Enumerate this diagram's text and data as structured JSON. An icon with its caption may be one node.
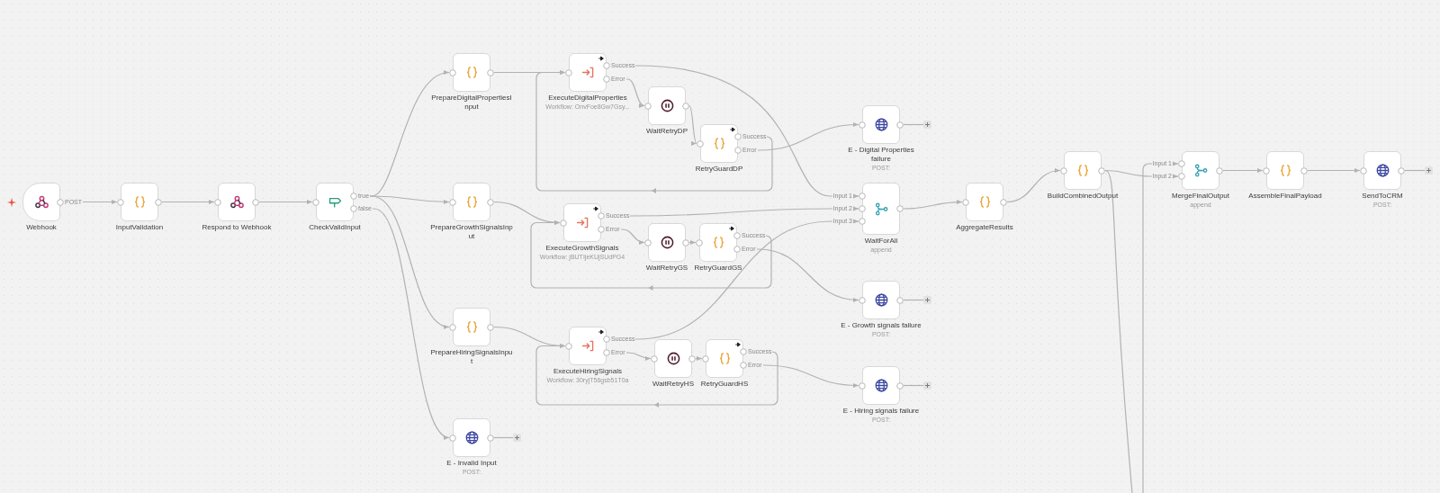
{
  "diagram": {
    "nodes": [
      {
        "text": [
          "Webhook"
        ],
        "beside": [
          "POST"
        ]
      },
      {
        "text": [
          "InputValidation"
        ]
      },
      {
        "text": [
          "Respond to Webhook"
        ]
      },
      {
        "text": [
          "CheckValidInput"
        ],
        "beside": [
          "true",
          "false"
        ]
      },
      {
        "text": [
          "PrepareDigitalPropertiesInput"
        ]
      },
      {
        "text": [
          "PrepareGrowthSignalsInput"
        ]
      },
      {
        "text": [
          "PrepareHiringSignalsInput"
        ]
      },
      {
        "text": [
          "E - Invalid Input",
          "POST:"
        ]
      },
      {
        "text": [
          "ExecuteDigitalProperties",
          "Workflow: OnvFoe8Gw7Gsy..."
        ],
        "beside": [
          "Success",
          "Error"
        ]
      },
      {
        "text": [
          "WaitRetryDP"
        ]
      },
      {
        "text": [
          "RetryGuardDP"
        ],
        "beside": [
          "Success",
          "Error"
        ]
      },
      {
        "text": [
          "ExecuteGrowthSignals",
          "Workflow: jBUTIjeKUjSUdPG4"
        ],
        "beside": [
          "Success",
          "Error"
        ]
      },
      {
        "text": [
          "WaitRetryGS"
        ]
      },
      {
        "text": [
          "RetryGuardGS"
        ],
        "beside": [
          "Success",
          "Error"
        ]
      },
      {
        "text": [
          "ExecuteHiringSignals",
          "Workflow: 30ryjT56gsb51T0a"
        ],
        "beside": [
          "Success",
          "Error"
        ]
      },
      {
        "text": [
          "WaitRetryHS"
        ]
      },
      {
        "text": [
          "RetryGuardHS"
        ],
        "beside": [
          "Success",
          "Error"
        ]
      },
      {
        "text": [
          "E - Digital Properties failure",
          "POST:"
        ]
      },
      {
        "text": [
          "WaitForAll",
          "append"
        ],
        "beside": [
          "Input 1",
          "Input 2",
          "Input 3"
        ]
      },
      {
        "text": [
          "E - Growth signals failure",
          "POST:"
        ]
      },
      {
        "text": [
          "E - Hiring signals failure",
          "POST:"
        ]
      },
      {
        "text": [
          "AggregateResults"
        ]
      },
      {
        "text": [
          "BuildCombinedOutput"
        ]
      },
      {
        "text": [
          "MergeFinalOutput",
          "append"
        ],
        "beside": [
          "Input 1",
          "Input 2"
        ]
      },
      {
        "text": [
          "AssembleFinalPayload"
        ]
      },
      {
        "text": [
          "SendToCRM",
          "POST:"
        ]
      },
      {
        "text": [],
        "shape": "box"
      },
      {
        "text": [],
        "shape": "box"
      },
      {
        "text": [],
        "shape": "box"
      },
      {
        "text": [],
        "shape": "box"
      },
      {
        "text": [],
        "shape": "box"
      }
    ],
    "edges": [
      {
        "from": 0,
        "to": 1,
        "arrow": "to"
      },
      {
        "from": 1,
        "to": 2,
        "arrow": "to"
      },
      {
        "from": 2,
        "to": 3,
        "arrow": "to"
      },
      {
        "from": 3,
        "to": 4,
        "arrow": "to"
      },
      {
        "from": 3,
        "to": 5,
        "arrow": "to"
      },
      {
        "from": 3,
        "to": 6,
        "arrow": "to"
      },
      {
        "from": 3,
        "to": 7,
        "arrow": "to"
      },
      {
        "from": 4,
        "to": 8,
        "arrow": "to"
      },
      {
        "from": 5,
        "to": 11,
        "arrow": "to"
      },
      {
        "from": 6,
        "to": 14,
        "arrow": "to"
      },
      {
        "from": 8,
        "to": 18,
        "arrow": "to"
      },
      {
        "from": 8,
        "to": 9,
        "arrow": "to"
      },
      {
        "from": 9,
        "to": 10,
        "arrow": "to"
      },
      {
        "from": 10,
        "to": 8,
        "arrow": "to"
      },
      {
        "from": 10,
        "to": 17,
        "arrow": "to"
      },
      {
        "from": 11,
        "to": 18,
        "arrow": "to"
      },
      {
        "from": 11,
        "to": 12,
        "arrow": "to"
      },
      {
        "from": 12,
        "to": 13,
        "arrow": "to"
      },
      {
        "from": 13,
        "to": 11,
        "arrow": "to"
      },
      {
        "from": 13,
        "to": 19,
        "arrow": "to"
      },
      {
        "from": 14,
        "to": 18,
        "arrow": "to"
      },
      {
        "from": 14,
        "to": 15,
        "arrow": "to"
      },
      {
        "from": 15,
        "to": 16,
        "arrow": "to"
      },
      {
        "from": 16,
        "to": 14,
        "arrow": "to"
      },
      {
        "from": 16,
        "to": 20,
        "arrow": "to"
      },
      {
        "from": 18,
        "to": 21,
        "arrow": "to"
      },
      {
        "from": 21,
        "to": 22,
        "arrow": "to"
      },
      {
        "from": 22,
        "to": 23,
        "arrow": "to"
      },
      {
        "from": 22,
        "to": null,
        "arrow": "none"
      },
      {
        "from": null,
        "to": 23,
        "arrow": "to"
      },
      {
        "from": 23,
        "to": 24,
        "arrow": "to"
      },
      {
        "from": 24,
        "to": 25,
        "arrow": "to"
      },
      {
        "from": 7,
        "to": 26,
        "arrow": "none"
      },
      {
        "from": 17,
        "to": 27,
        "arrow": "none"
      },
      {
        "from": 19,
        "to": 28,
        "arrow": "none"
      },
      {
        "from": 20,
        "to": 29,
        "arrow": "none"
      },
      {
        "from": 25,
        "to": 30,
        "arrow": "none"
      }
    ]
  }
}
